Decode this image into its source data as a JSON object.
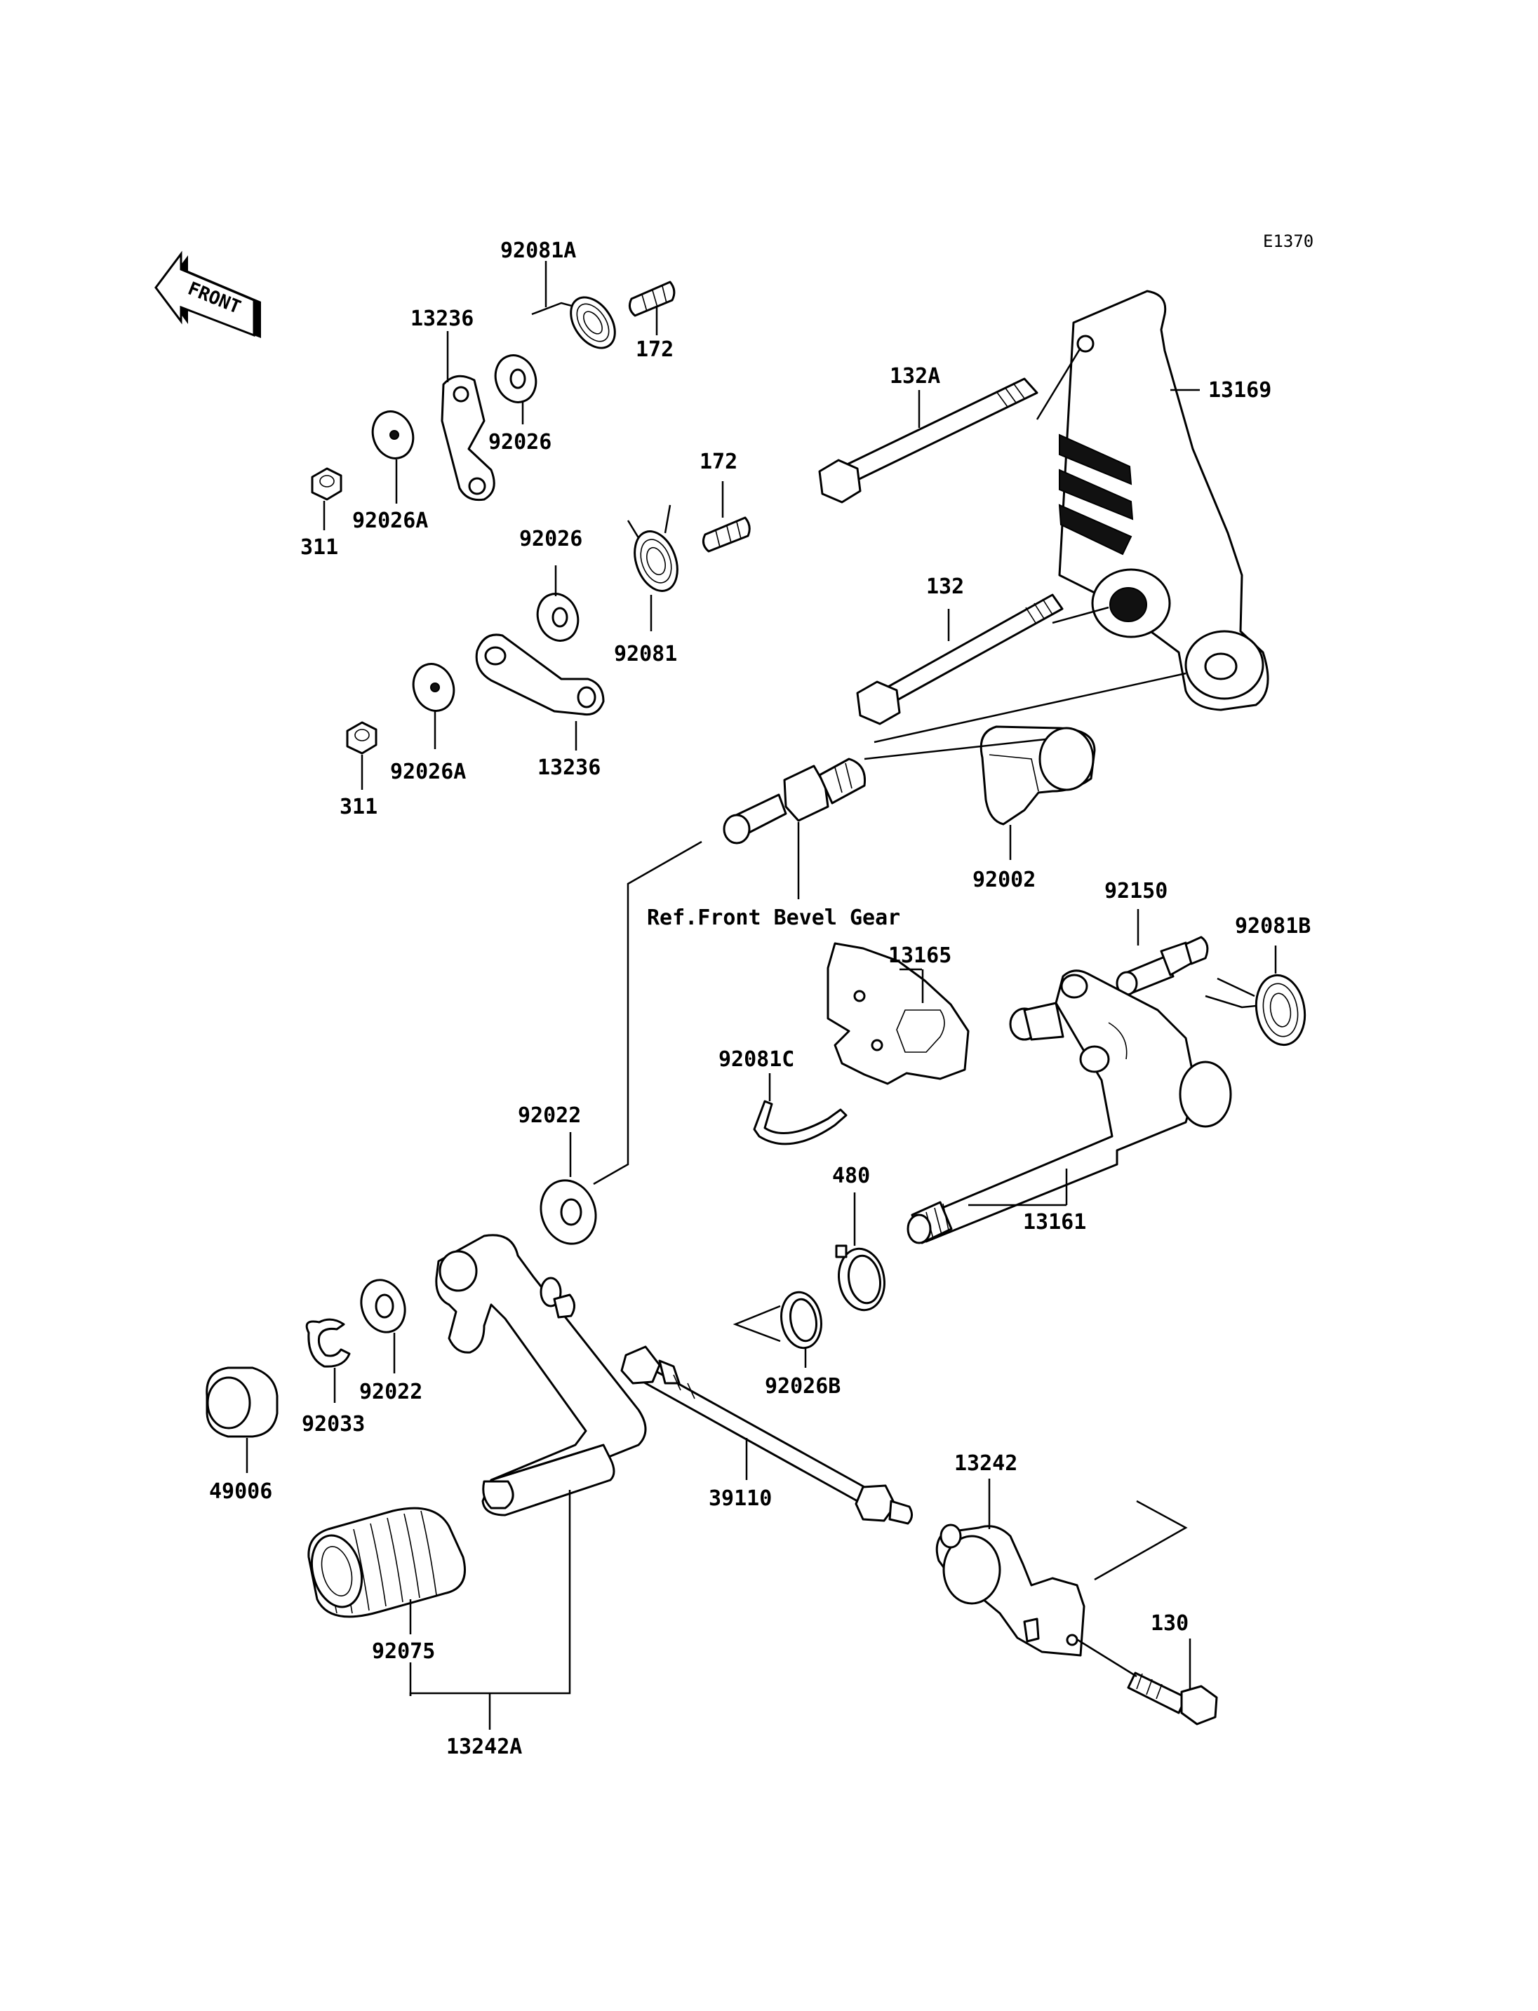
{
  "diagram": {
    "code": "E1370",
    "front_label": "FRONT",
    "ref_note": "Ref.Front Bevel Gear"
  },
  "parts": [
    {
      "key": "p92081A",
      "label": "92081A"
    },
    {
      "key": "p172a",
      "label": "172"
    },
    {
      "key": "p13236a",
      "label": "13236"
    },
    {
      "key": "p92026a",
      "label": "92026"
    },
    {
      "key": "p311a",
      "label": "311"
    },
    {
      "key": "p92026Aa",
      "label": "92026A"
    },
    {
      "key": "p132A",
      "label": "132A"
    },
    {
      "key": "p13169",
      "label": "13169"
    },
    {
      "key": "p172b",
      "label": "172"
    },
    {
      "key": "p92026b",
      "label": "92026"
    },
    {
      "key": "p92081",
      "label": "92081"
    },
    {
      "key": "p132",
      "label": "132"
    },
    {
      "key": "p311b",
      "label": "311"
    },
    {
      "key": "p92026Ab",
      "label": "92026A"
    },
    {
      "key": "p13236b",
      "label": "13236"
    },
    {
      "key": "p92002",
      "label": "92002"
    },
    {
      "key": "p92150",
      "label": "92150"
    },
    {
      "key": "p92081B",
      "label": "92081B"
    },
    {
      "key": "p13165",
      "label": "13165"
    },
    {
      "key": "p92081C",
      "label": "92081C"
    },
    {
      "key": "p92022a",
      "label": "92022"
    },
    {
      "key": "p480",
      "label": "480"
    },
    {
      "key": "p13161",
      "label": "13161"
    },
    {
      "key": "p92022b",
      "label": "92022"
    },
    {
      "key": "p92033",
      "label": "92033"
    },
    {
      "key": "p49006",
      "label": "49006"
    },
    {
      "key": "p92026B",
      "label": "92026B"
    },
    {
      "key": "p39110",
      "label": "39110"
    },
    {
      "key": "p13242",
      "label": "13242"
    },
    {
      "key": "p130",
      "label": "130"
    },
    {
      "key": "p92075",
      "label": "92075"
    },
    {
      "key": "p13242A",
      "label": "13242A"
    }
  ]
}
